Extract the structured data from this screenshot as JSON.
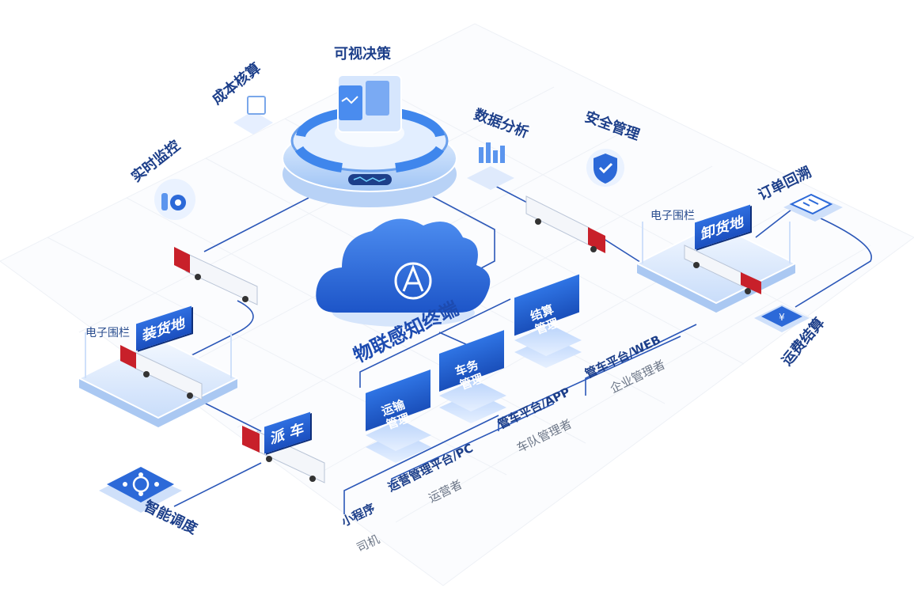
{
  "core": {
    "label": "物联感知终端"
  },
  "top_modules": {
    "decision": "可视决策",
    "cost": "成本核算",
    "realtime": "实时监控",
    "data": "数据分析",
    "safety": "安全管理"
  },
  "loading_site": {
    "fence": "电子围栏",
    "tag": "装货地"
  },
  "unloading_site": {
    "fence": "电子围栏",
    "tag": "卸货地"
  },
  "dispatch": {
    "tag": "派 车"
  },
  "smart_dispatch": {
    "label": "智能调度"
  },
  "order_trace": {
    "label": "订单回溯"
  },
  "freight_settle": {
    "label": "运费结算"
  },
  "stacks": [
    {
      "line1": "运输",
      "line2": "管理"
    },
    {
      "line1": "车务",
      "line2": "管理"
    },
    {
      "line1": "结算",
      "line2": "管理"
    }
  ],
  "platforms": [
    {
      "name": "小程序",
      "user": "司机"
    },
    {
      "name": "运营管理平台/PC",
      "user": "运营者"
    },
    {
      "name": "管车平台/APP",
      "user": "车队管理者"
    },
    {
      "name": "管车平台/WEB",
      "user": "企业管理者"
    }
  ],
  "colors": {
    "primary": "#1d5fd6",
    "dark": "#1d3f8a",
    "light": "#dbe9ff",
    "truck_red": "#c8202a"
  }
}
